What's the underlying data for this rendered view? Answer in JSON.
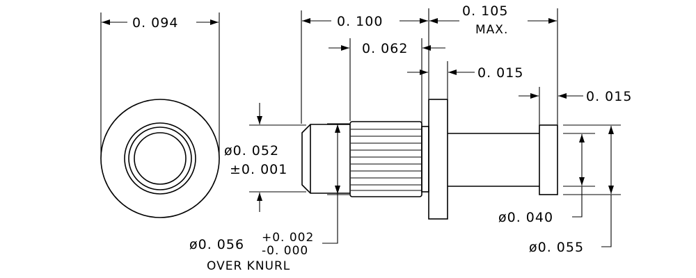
{
  "dimensions": {
    "outer_diameter_width": "0. 094",
    "overall_length": "0. 100",
    "knurl_length": "0. 062",
    "flange_thickness": "0. 015",
    "max_length_value": "0. 105",
    "max_length_qualifier": "MAX.",
    "end_collar_thickness": "0. 015",
    "tip_diameter_line1": "ø0. 052",
    "tip_diameter_line2": "±0. 001",
    "knurl_diameter_main": "ø0. 056",
    "knurl_tolerance_plus": "+0. 002",
    "knurl_tolerance_minus": "-0. 000",
    "knurl_note": "OVER KNURL",
    "shaft_diameter": "ø0. 040",
    "collar_diameter": "ø0. 055"
  }
}
